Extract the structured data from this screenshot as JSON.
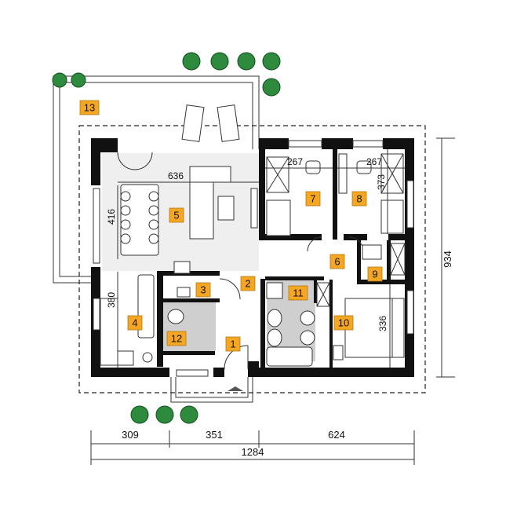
{
  "rooms": [
    {
      "number": "1"
    },
    {
      "number": "2"
    },
    {
      "number": "3"
    },
    {
      "number": "4"
    },
    {
      "number": "5"
    },
    {
      "number": "6"
    },
    {
      "number": "7"
    },
    {
      "number": "8"
    },
    {
      "number": "9"
    },
    {
      "number": "10"
    },
    {
      "number": "11"
    },
    {
      "number": "12"
    },
    {
      "number": "13"
    }
  ],
  "dimensions": {
    "living_width": "636",
    "living_depth": "416",
    "kitchen_depth": "380",
    "room7_width": "267",
    "room8_width": "267",
    "room8_depth": "373",
    "room10_depth": "336",
    "overall_depth": "934",
    "segment_left": "309",
    "segment_middle": "351",
    "segment_right": "624",
    "overall_width": "1284"
  },
  "colors": {
    "room_label_fill": "#f5a623",
    "walls": "#111111",
    "trees": "#2e8b3e"
  }
}
